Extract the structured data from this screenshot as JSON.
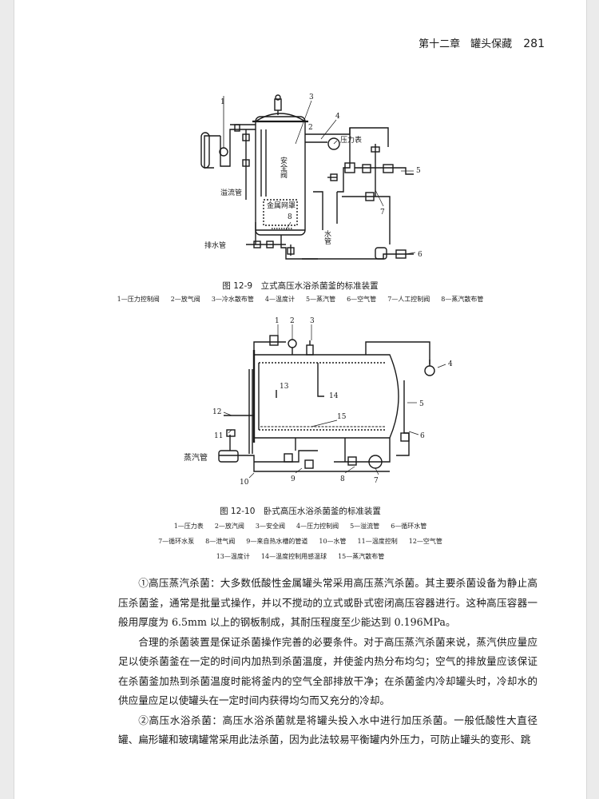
{
  "header": {
    "chapter": "第十二章　罐头保藏",
    "page_number": "281"
  },
  "figure1": {
    "caption": "图 12-9　立式高压水浴杀菌釜的标准装置",
    "legend": [
      "1—压力控制阀",
      "2—放气阀",
      "3—冷水散布管",
      "4—温度计",
      "5—蒸汽管",
      "6—空气管",
      "7—人工控制阀",
      "8—蒸汽散布管"
    ],
    "labels": {
      "n1": "1",
      "n2": "2",
      "n3": "3",
      "n4": "4",
      "n5": "5",
      "n6": "6",
      "n7": "7",
      "n8": "8",
      "overflow_pipe": "溢流管",
      "safety_valve": "安全阀",
      "pressure_gauge": "压力表",
      "mesh_cover": "金属网罩",
      "water_pipe": "水管",
      "drain_pipe": "排水管"
    }
  },
  "figure2": {
    "caption": "图 12-10　卧式高压水浴杀菌釜的标准装置",
    "legend_rows": [
      [
        "1—压力表",
        "2—放汽阀",
        "3—安全阀",
        "4—压力控制阀",
        "5—溢流管",
        "6—循环水管"
      ],
      [
        "7—循环水泵",
        "8—泄气阀",
        "9—来自热水槽的管道",
        "10—水管",
        "11—温度控制",
        "12—空气管"
      ],
      [
        "13—温度计",
        "14—温度控制用感温球",
        "15—蒸汽散布管"
      ]
    ],
    "labels": {
      "n1": "1",
      "n2": "2",
      "n3": "3",
      "n4": "4",
      "n5": "5",
      "n6": "6",
      "n7": "7",
      "n8": "8",
      "n9": "9",
      "n10": "10",
      "n11": "11",
      "n12": "12",
      "n13": "13",
      "n14": "14",
      "n15": "15",
      "steam_pipe": "蒸汽管"
    }
  },
  "body": {
    "paragraphs": [
      "①高压蒸汽杀菌：大多数低酸性金属罐头常采用高压蒸汽杀菌。其主要杀菌设备为静止高压杀菌釜，通常是批量式操作，并以不搅动的立式或卧式密闭高压容器进行。这种高压容器一般用厚度为 6.5mm 以上的钢板制成，其耐压程度至少能达到 0.196MPa。",
      "合理的杀菌装置是保证杀菌操作完善的必要条件。对于高压蒸汽杀菌来说，蒸汽供应量应足以使杀菌釜在一定的时间内加热到杀菌温度，并使釜内热分布均匀；空气的排放量应该保证在杀菌釜加热到杀菌温度时能将釜内的空气全部排放干净；在杀菌釜内冷却罐头时，冷却水的供应量应足以使罐头在一定时间内获得均匀而又充分的冷却。",
      "②高压水浴杀菌：高压水浴杀菌就是将罐头投入水中进行加压杀菌。一般低酸性大直径罐、扁形罐和玻璃罐常采用此法杀菌，因为此法较易平衡罐内外压力，可防止罐头的变形、跳"
    ]
  }
}
